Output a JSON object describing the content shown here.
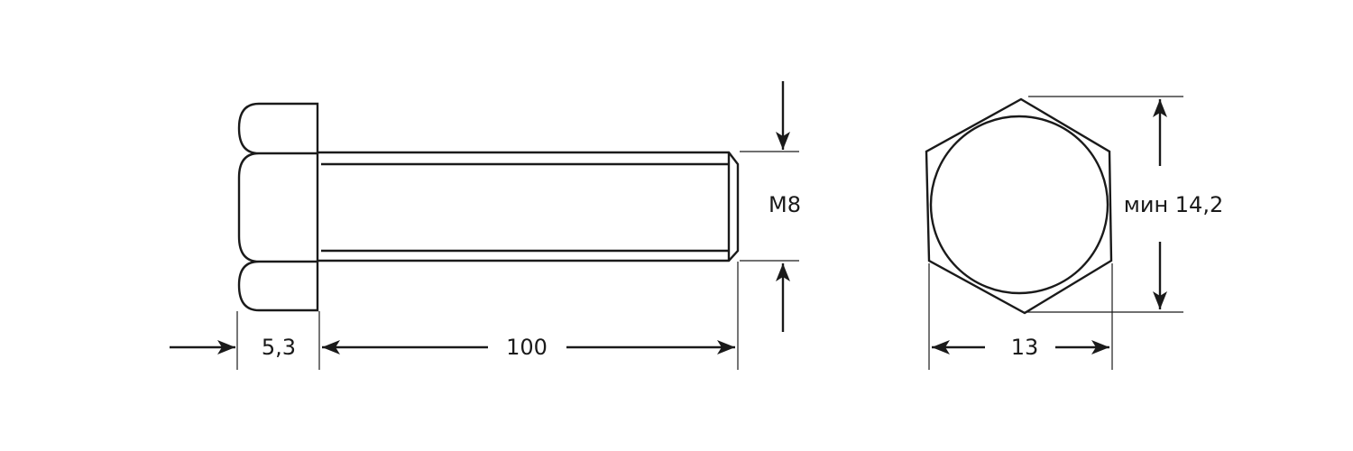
{
  "drawing": {
    "head_height_label": "5,3",
    "length_label": "100",
    "thread_label": "M8",
    "across_flats_label": "13",
    "across_corners_label": "мин 14,2"
  },
  "colors": {
    "line": "#1a1a1a",
    "background": "#ffffff"
  }
}
